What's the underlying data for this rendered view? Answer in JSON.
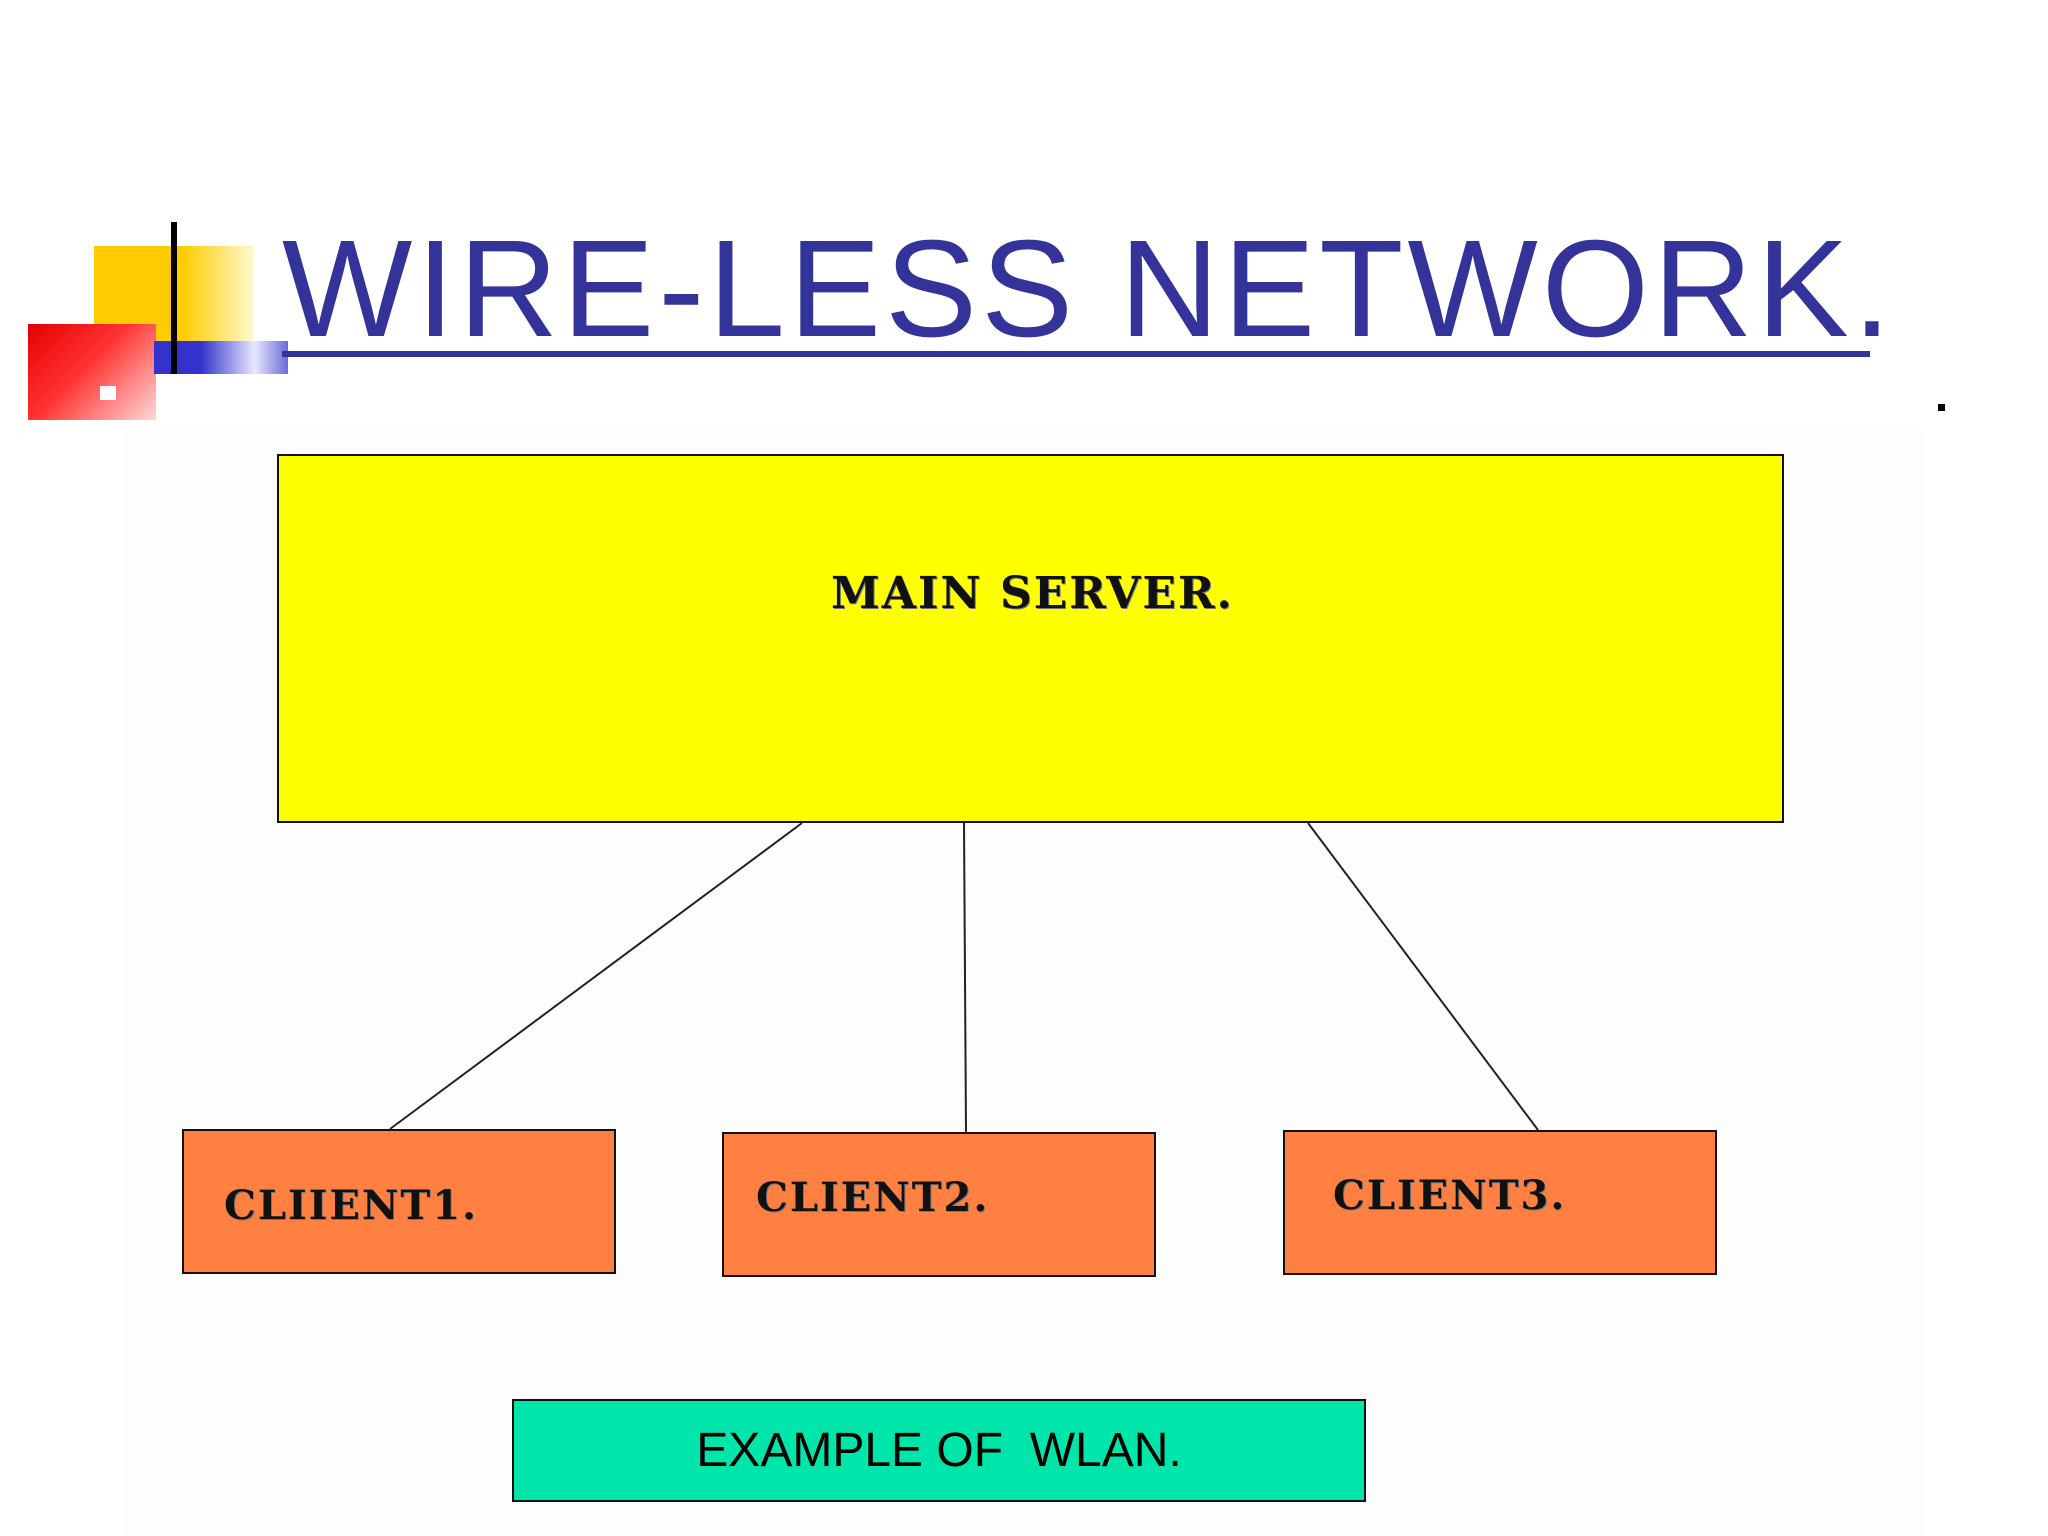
{
  "title": "WIRE-LESS NETWORK.",
  "diagram": {
    "server": {
      "label": "MAIN SERVER."
    },
    "clients": [
      {
        "label": "CLIIENT1."
      },
      {
        "label": "CLIENT2."
      },
      {
        "label": "CLIENT3."
      }
    ],
    "caption": "EXAMPLE OF  WLAN."
  },
  "colors": {
    "title": "#333399",
    "server_fill": "#ffff00",
    "client_fill": "#ff8040",
    "caption_fill": "#00e5aa"
  }
}
